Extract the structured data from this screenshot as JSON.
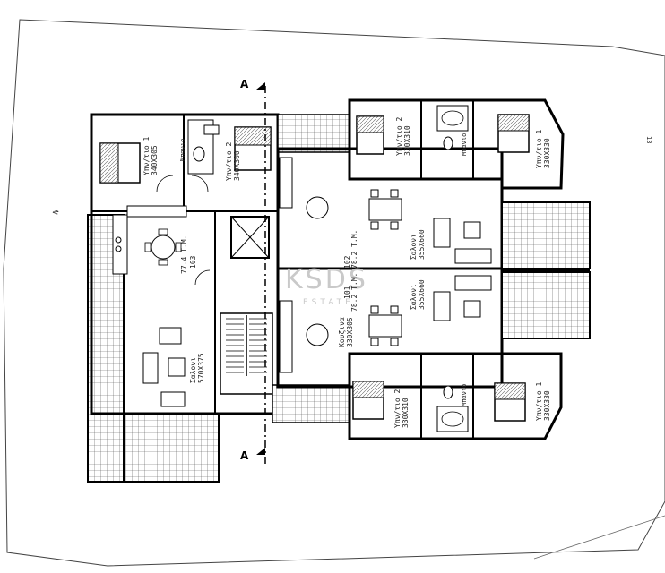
{
  "plan": {
    "section_marker": "A",
    "north_mark": "N",
    "edge_mark": "13",
    "watermark": {
      "brand": "KSDS",
      "sub": "ESTATE"
    },
    "apartments": {
      "101": {
        "number": "101",
        "area": "78.2 T.M."
      },
      "102": {
        "number": "102",
        "area": "78.2 T.M."
      },
      "103": {
        "number": "103",
        "area": "77.4 T.M."
      }
    },
    "rooms": {
      "left_bed1": {
        "name": "Υπν/τιο 1",
        "size": "340X305"
      },
      "left_bath": {
        "name": "Μπανιο"
      },
      "left_bed2": {
        "name": "Υπν/τιο 2",
        "size": "340X300"
      },
      "left_salon": {
        "name": "Σαλονι",
        "size": "570X375"
      },
      "ur_bed2": {
        "name": "Υπν/τιο 2",
        "size": "330X310"
      },
      "ur_bath": {
        "name": "Μπανιο"
      },
      "ur_bed1": {
        "name": "Υπν/τιο 1",
        "size": "330X330"
      },
      "ur_salon": {
        "name": "Σαλονι",
        "size": "355X660"
      },
      "lr_salon": {
        "name": "Σαλονι",
        "size": "355X660"
      },
      "lr_kitchen": {
        "name": "Κουζινα",
        "size": "330X305"
      },
      "lr_bed2": {
        "name": "Υπν/τιο 2",
        "size": "330X310"
      },
      "lr_bath": {
        "name": "Μπανιο"
      },
      "lr_bed1": {
        "name": "Υπν/τιο 1",
        "size": "330X330"
      }
    }
  }
}
